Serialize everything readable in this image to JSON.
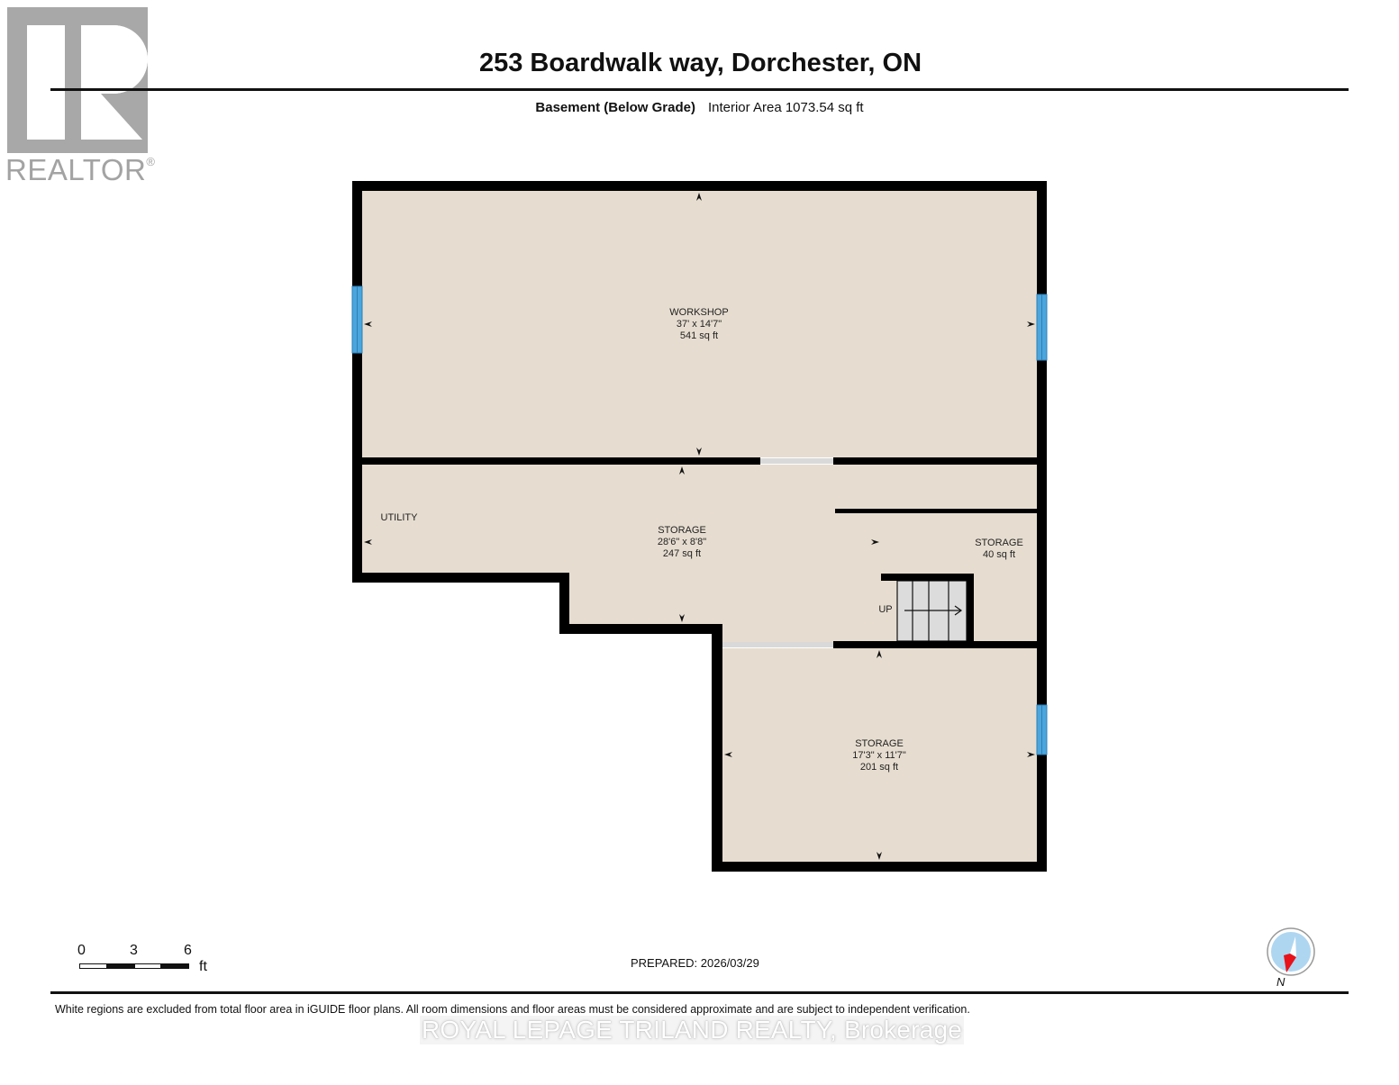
{
  "logo": {
    "brand": "REALTOR",
    "mark": "®",
    "icon": "realtor-r-logo-icon"
  },
  "header": {
    "title": "253 Boardwalk way, Dorchester, ON",
    "level": "Basement (Below Grade)",
    "interior_area": "Interior Area 1073.54 sq ft"
  },
  "rooms": [
    {
      "name": "WORKSHOP",
      "dims": "37' x 14'7\"",
      "area": "541 sq ft"
    },
    {
      "name": "UTILITY"
    },
    {
      "name": "STORAGE",
      "dims": "28'6\" x 8'8\"",
      "area": "247 sq ft"
    },
    {
      "name": "STORAGE",
      "area": "40 sq ft"
    },
    {
      "name": "STORAGE",
      "dims": "17'3\" x 11'7\"",
      "area": "201 sq ft"
    }
  ],
  "stairs": {
    "label": "UP"
  },
  "scale": {
    "ticks": [
      "0",
      "3",
      "6"
    ],
    "unit": "ft"
  },
  "prepared": "PREPARED: 2026/03/29",
  "compass": {
    "label": "N",
    "icon": "north-compass-icon"
  },
  "footer": {
    "disclaimer": "White regions are excluded from total floor area in iGUIDE floor plans. All room dimensions and floor areas must be considered approximate and are subject to independent verification.",
    "brokerage": "ROYAL LEPAGE TRILAND REALTY, Brokerage"
  },
  "colors": {
    "floor": "#e6ddd0",
    "wall": "#000000",
    "window": "#4ba6dd",
    "door_opening": "#d9d9d9",
    "stairs": "#dcdcdc",
    "compass_face": "#aed6f1",
    "compass_needle": "#e8121b",
    "logo_gray": "#a8a8a8"
  }
}
